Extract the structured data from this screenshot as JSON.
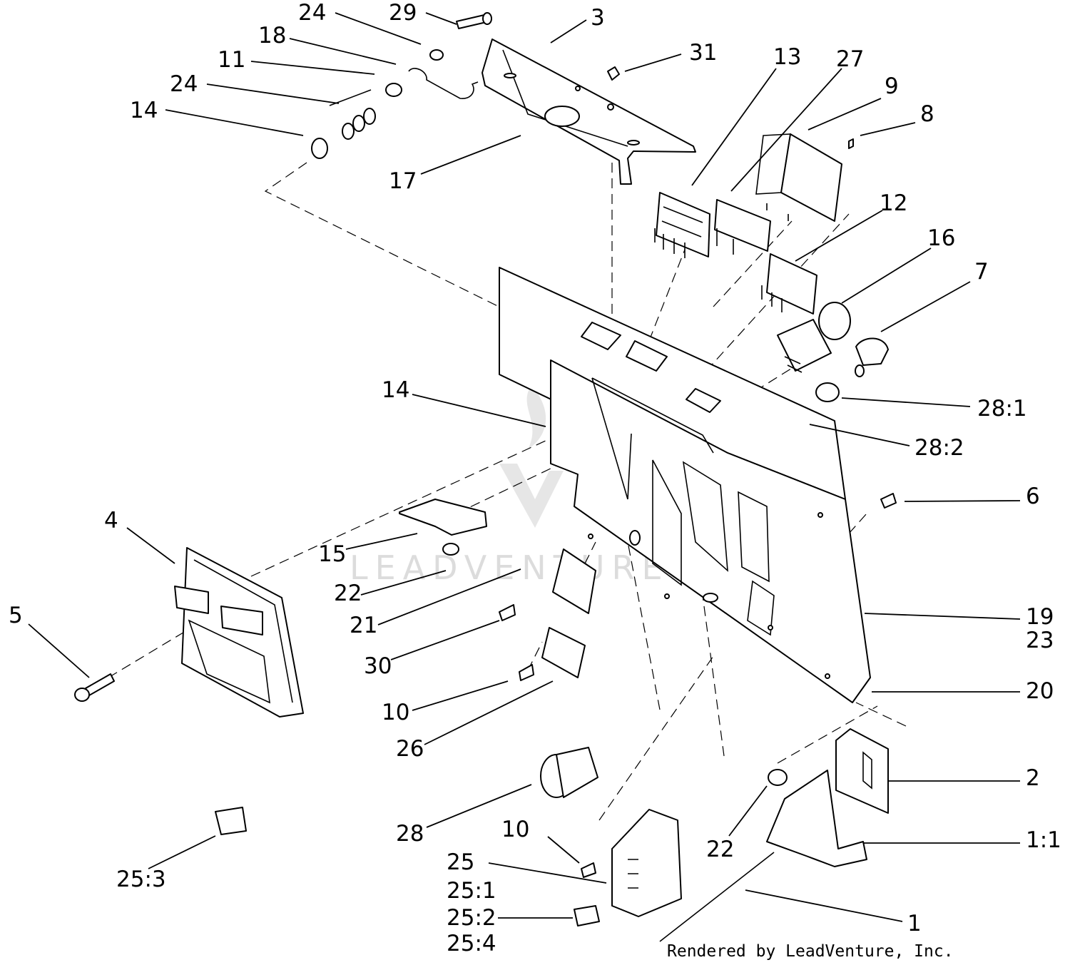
{
  "watermark": {
    "text": "LEADVENTURE"
  },
  "credit": "Rendered by LeadVenture, Inc.",
  "labels": [
    "24",
    "29",
    "3",
    "18",
    "11",
    "31",
    "24",
    "14",
    "13",
    "27",
    "9",
    "8",
    "17",
    "12",
    "16",
    "7",
    "14",
    "28:1",
    "28:2",
    "6",
    "4",
    "15",
    "22",
    "21",
    "5",
    "30",
    "19",
    "23",
    "10",
    "20",
    "26",
    "28",
    "2",
    "10",
    "22",
    "1:1",
    "25",
    "25:1",
    "25:3",
    "25:2",
    "1",
    "25:4"
  ]
}
